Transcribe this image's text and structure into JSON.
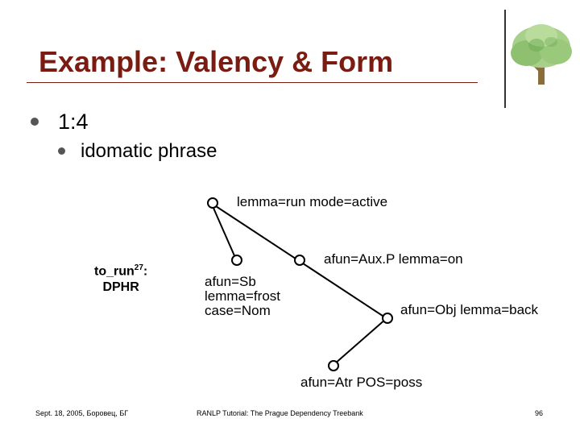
{
  "slide": {
    "title": "Example: Valency & Form",
    "bullets": [
      {
        "text": "1:4"
      },
      {
        "text": "idomatic phrase"
      }
    ]
  },
  "tree": {
    "nodes": [
      {
        "label": "lemma=run mode=active"
      },
      {
        "label": "afun=Sb\nlemma=frost\ncase=Nom"
      },
      {
        "label": "afun=Aux.P lemma=on"
      },
      {
        "label": "afun=Obj lemma=back"
      },
      {
        "label": "afun=Atr POS=poss"
      }
    ],
    "dphr": {
      "name": "to_run",
      "superscript": "27",
      "suffix": ":",
      "type": "DPHR"
    }
  },
  "footer": {
    "left": "Sept. 18, 2005, Боровец, БГ",
    "center": "RANLP Tutorial: The Prague Dependency Treebank",
    "page": "96"
  },
  "colors": {
    "title": "#7a1c12",
    "tree_green_light": "#a9d08a",
    "tree_green_dark": "#6aa84f"
  },
  "icons": {
    "logo": "tree-logo"
  }
}
